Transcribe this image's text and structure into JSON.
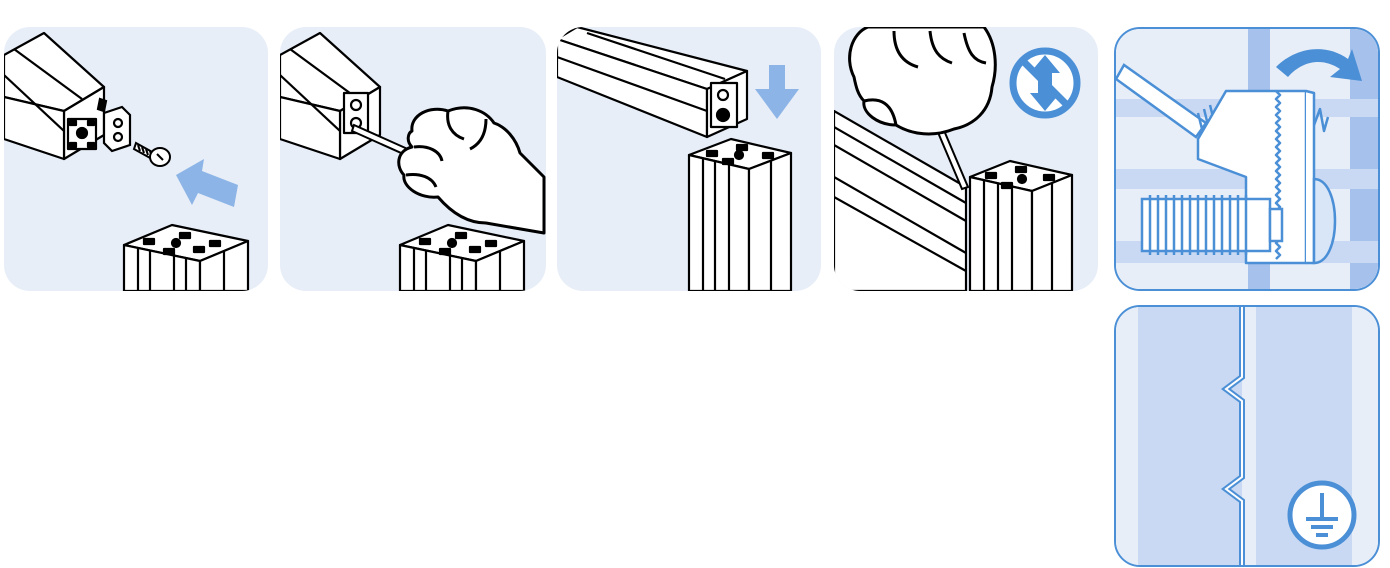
{
  "colors": {
    "panel_background": "#e7eef8",
    "accent_blue": "#4b8fd6",
    "arrow_blue": "#8cb4e6",
    "stripe_blue": "#a5c1ec",
    "outline": "#000000"
  },
  "steps": [
    {
      "id": "step-1",
      "depicts": "insert-screw-and-fastener",
      "icons": [
        "profile-icon",
        "fastener-icon",
        "screw-icon",
        "arrow-left-icon"
      ]
    },
    {
      "id": "step-2",
      "depicts": "tighten-with-hex-key",
      "icons": [
        "profile-icon",
        "hex-key-icon",
        "hand-icon"
      ]
    },
    {
      "id": "step-3",
      "depicts": "place-on-upright",
      "icons": [
        "profile-icon",
        "arrow-down-icon"
      ]
    },
    {
      "id": "step-4",
      "depicts": "tighten-no-vertical-shift",
      "icons": [
        "profile-icon",
        "hand-icon",
        "no-vertical-movement-icon"
      ]
    },
    {
      "id": "detail-1",
      "depicts": "cross-section-serrated-fastener",
      "icons": [
        "bolt-icon",
        "curved-arrow-icon"
      ]
    },
    {
      "id": "detail-2",
      "depicts": "serrations-penetrate-profile",
      "icons": [
        "ground-symbol-icon"
      ]
    }
  ]
}
